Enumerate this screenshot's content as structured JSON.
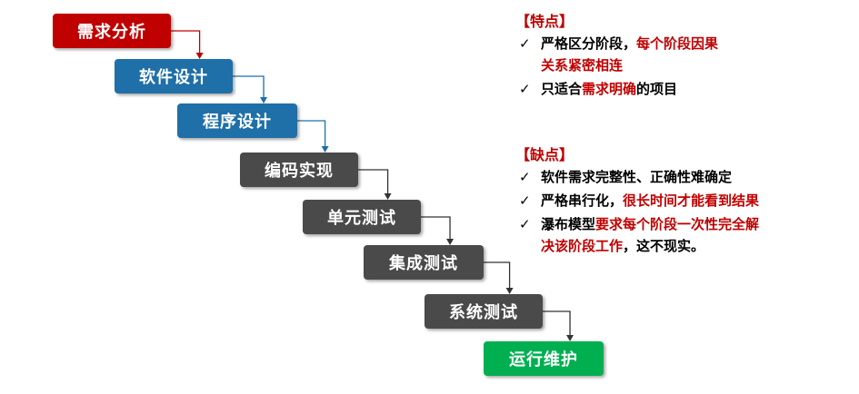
{
  "steps": [
    {
      "label": "需求分析",
      "color": "#c00000"
    },
    {
      "label": "软件设计",
      "color": "#1f6fa8"
    },
    {
      "label": "程序设计",
      "color": "#1f6fa8"
    },
    {
      "label": "编码实现",
      "color": "#4a4a4a"
    },
    {
      "label": "单元测试",
      "color": "#4a4a4a"
    },
    {
      "label": "集成测试",
      "color": "#4a4a4a"
    },
    {
      "label": "系统测试",
      "color": "#4a4a4a"
    },
    {
      "label": "运行维护",
      "color": "#00b050"
    }
  ],
  "connector_colors": [
    "#c00000",
    "#1f6fa8",
    "#1f6fa8",
    "#333333",
    "#333333",
    "#333333",
    "#333333"
  ],
  "features": {
    "title": "【特点】",
    "item1": {
      "a": "严格区分阶段，",
      "b": "每个阶段因果",
      "c": "关系紧密相连"
    },
    "item2": {
      "a": "只适合",
      "b": "需求明确",
      "c": "的项目"
    }
  },
  "drawbacks": {
    "title": "【缺点】",
    "item1": {
      "a": "软件需求完整性、正确性难确定"
    },
    "item2": {
      "a": "严格串行化，",
      "b": "很长时间才能看到结果"
    },
    "item3": {
      "a": "瀑布模型",
      "b": "要求每个阶段一次性完全解",
      "c": "决该阶段工作",
      "d": "，这不现实。"
    }
  },
  "check_glyph": "✓"
}
